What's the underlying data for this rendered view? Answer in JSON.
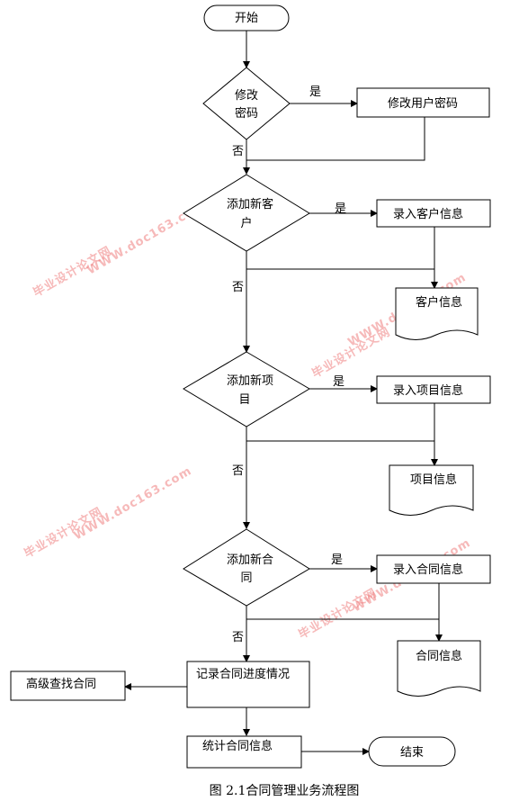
{
  "nodes": {
    "start": "开始",
    "d_pwd": [
      "修改",
      "密码"
    ],
    "p_pwd": "修改用户密码",
    "d_cust": [
      "添加新客",
      "户"
    ],
    "p_cust": "录入客户信息",
    "doc_cust": "客户信息",
    "d_proj": [
      "添加新项",
      "目"
    ],
    "p_proj": "录入项目信息",
    "doc_proj": "项目信息",
    "d_contract": [
      "添加新合",
      "同"
    ],
    "p_contract": "录入合同信息",
    "doc_contract": "合同信息",
    "p_record": "记录合同进度情况",
    "p_search": "高级查找合同",
    "p_stats": "统计合同信息",
    "end": "结束"
  },
  "labels": {
    "yes": "是",
    "no": "否"
  },
  "caption": "图 2.1合同管理业务流程图",
  "watermark": {
    "cn": "毕业设计论文网",
    "url": "WWW.doc163.com",
    "color": "#f08080"
  }
}
